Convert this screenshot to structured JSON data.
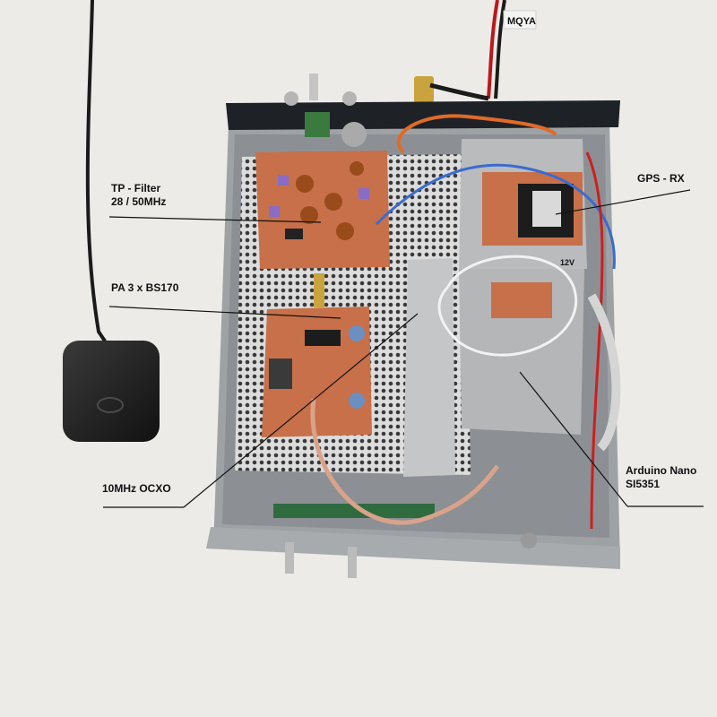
{
  "annotations": {
    "tp_filter_line1": "TP - Filter",
    "tp_filter_line2": "28 / 50MHz",
    "pa": "PA 3 x BS170",
    "ocxo": "10MHz OCXO",
    "gps_rx": "GPS - RX",
    "arduino_line1": "Arduino Nano",
    "arduino_line2": "SI5351"
  },
  "cable_tag": "MQYA",
  "board_marking": "12V",
  "colors": {
    "background": "#ecebe8",
    "chassis": "#9ea2a5",
    "front_panel": "#1e2226",
    "pcb_copper": "#c7704a",
    "shield_can": "#b9bbbd",
    "label_text": "#111111"
  }
}
